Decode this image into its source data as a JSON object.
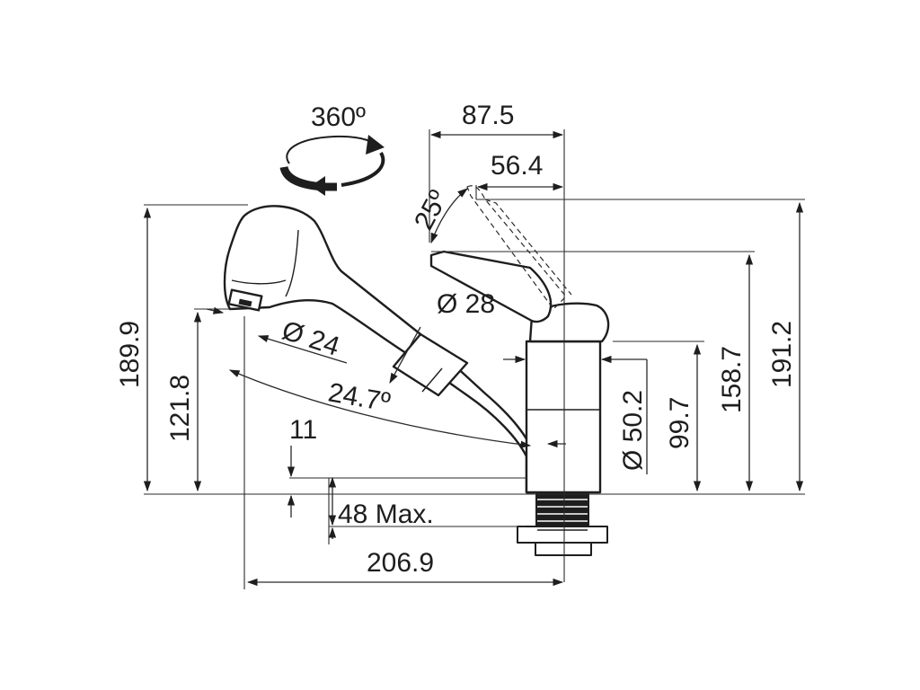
{
  "rotation": "360º",
  "dimensions": {
    "d875": "87.5",
    "d564": "56.4",
    "a25": "25º",
    "d28": "Ø 28",
    "d24": "Ø 24",
    "a247": "24.7º",
    "d1899": "189.9",
    "d1218": "121.8",
    "d11": "11",
    "d48": "48 Max.",
    "d2069": "206.9",
    "d502": "Ø 50.2",
    "d997": "99.7",
    "d1587": "158.7",
    "d1912": "191.2"
  }
}
